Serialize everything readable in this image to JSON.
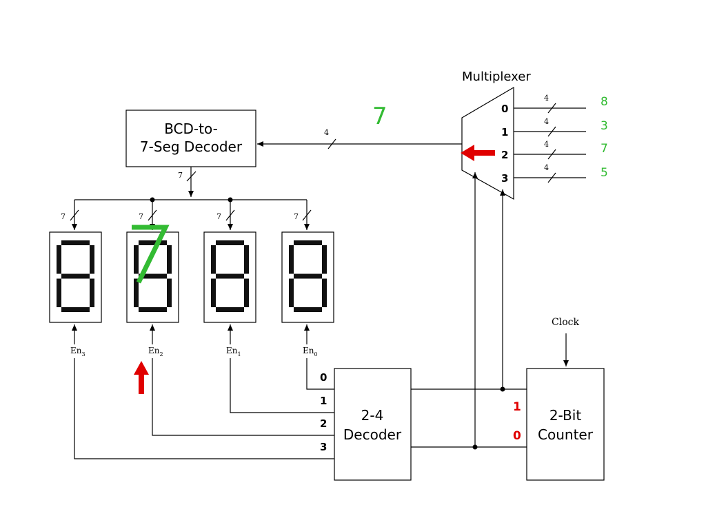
{
  "multiplexer": {
    "title": "Multiplexer",
    "inputs": [
      "0",
      "1",
      "2",
      "3"
    ],
    "bus_widths": [
      "4",
      "4",
      "4",
      "4"
    ],
    "input_values": [
      "8",
      "3",
      "7",
      "5"
    ]
  },
  "bcd_decoder": {
    "line1": "BCD-to-",
    "line2": "7-Seg Decoder"
  },
  "bus_mux_to_bcd": {
    "width": "4",
    "value": "7"
  },
  "bus_bcd_out": {
    "width": "7"
  },
  "displays": [
    {
      "bus": "7",
      "enable": "En",
      "sub": "3"
    },
    {
      "bus": "7",
      "enable": "En",
      "sub": "2",
      "overlay": "7"
    },
    {
      "bus": "7",
      "enable": "En",
      "sub": "1"
    },
    {
      "bus": "7",
      "enable": "En",
      "sub": "0"
    }
  ],
  "decoder24": {
    "line1": "2-4",
    "line2": "Decoder",
    "outputs": [
      "0",
      "1",
      "2",
      "3"
    ]
  },
  "counter": {
    "line1": "2-Bit",
    "line2": "Counter",
    "clock": "Clock",
    "bits": [
      "1",
      "0"
    ]
  },
  "colors": {
    "annotation_green": "#33bb33",
    "annotation_red": "#e00000"
  },
  "arrows": [
    "red-arrow-mux-select",
    "red-arrow-enable"
  ]
}
